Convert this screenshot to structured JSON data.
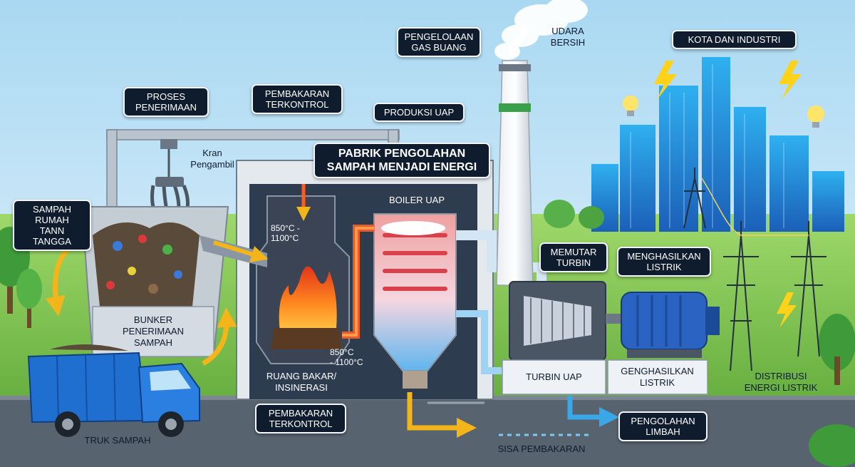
{
  "labels": {
    "proses_penerimaan": "PROSES\nPENERIMAAN",
    "kran_pengambil": "Kran\nPengambil",
    "sampah_rumah_tangga": "SAMPAH\nRUMAH\nTANN TANGGA",
    "bunker": "BUNKER\nPENERIMAAN\nSAMPAH",
    "truk_sampah": "TRUK SAMPAH",
    "pembakaran_top": "PEMBAKARAN\nTERKONTROL",
    "temp_upper": "850°C -\n1100°C",
    "temp_lower": "850°C\n- 1100°C",
    "ruang_bakar": "RUANG BAKAR/\nINSINERASI",
    "pembakaran_bottom": "PEMBAKARAN\nTERKONTROL",
    "produksi_uap": "PRODUKSI UAP",
    "pabrik": "PABRIK PENGOLAHAN\nSAMPAH MENJADI ENERGI",
    "boiler_uap": "BOILER UAP",
    "pengelolaan_gas": "PENGELOLAAN\nGAS BUANG",
    "udara_bersih": "UDARA\nBERSIH",
    "kota_industri": "KOTA DAN INDUSTRI",
    "memutar_turbin": "MEMUTAR\nTURBIN",
    "menghasilkan_listrik": "MENGHASILKAN\nLISTRIK",
    "turbin_uap": "TURBIN UAP",
    "genghasilkan_listrik": "GENGHASILKAN\nLISTRIK",
    "distribusi": "DISTRIBUSI\nENERGI LISTRIK",
    "pengolahan_limbah": "PENGOLAHAN\nLIMBAH",
    "sisa_pembakaran": "SISA PEMBAKARAN"
  },
  "colors": {
    "sky_top": "#bfe3f7",
    "sky_bottom": "#e6f4fb",
    "grass": "#8ccc5a",
    "road": "#5a6470",
    "building": "#3a4a5e",
    "label_bg": "#0f1c2e",
    "arrow_yellow": "#f3b51a",
    "arrow_blue": "#3aa8e8",
    "pipe_red": "#e85a2a",
    "truck_blue": "#1f6fd1",
    "generator_blue": "#2a63c2"
  }
}
